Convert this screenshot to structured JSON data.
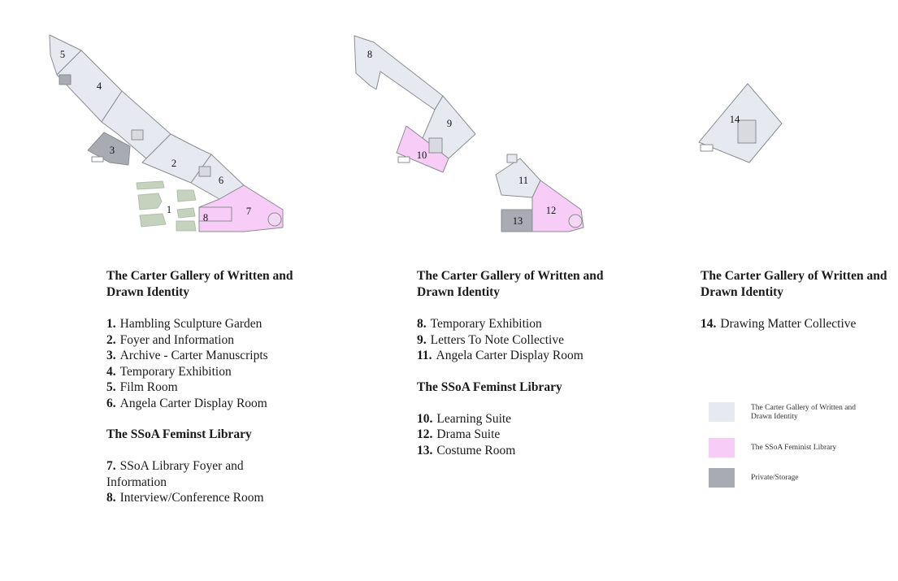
{
  "colors": {
    "gallery": "#e6e9ef",
    "library": "#f7cdf7",
    "private": "#a8acb2",
    "garden": "#c4d2be",
    "outline": "#8a8d92"
  },
  "map_labels": [
    "5",
    "4",
    "3",
    "2",
    "6",
    "1",
    "8",
    "7",
    "8",
    "9",
    "10",
    "11",
    "13",
    "12",
    "14"
  ],
  "columns": [
    {
      "heading": "The Carter Gallery of Written and Drawn Identity",
      "items": [
        {
          "num": "1.",
          "label": "Hambling Sculpture Garden"
        },
        {
          "num": "2.",
          "label": "Foyer and Information"
        },
        {
          "num": "3.",
          "label": "Archive - Carter Manuscripts"
        },
        {
          "num": "4.",
          "label": "Temporary Exhibition"
        },
        {
          "num": "5.",
          "label": "Film Room"
        },
        {
          "num": "6.",
          "label": "Angela Carter Display Room"
        }
      ],
      "heading2": "The SSoA Feminst Library",
      "items2": [
        {
          "num": "7.",
          "label": "SSoA Library Foyer and Information"
        },
        {
          "num": "8.",
          "label": "Interview/Conference Room"
        }
      ]
    },
    {
      "heading": "The Carter Gallery of Written and Drawn Identity",
      "items": [
        {
          "num": "8.",
          "label": "Temporary Exhibition"
        },
        {
          "num": "9.",
          "label": "Letters To Note Collective"
        },
        {
          "num": "11.",
          "label": "Angela Carter Display Room"
        }
      ],
      "heading2": "The SSoA Feminst Library",
      "items2": [
        {
          "num": "10.",
          "label": "Learning Suite"
        },
        {
          "num": "12.",
          "label": "Drama Suite"
        },
        {
          "num": "13.",
          "label": "Costume Room"
        }
      ]
    },
    {
      "heading": "The Carter Gallery of Written and Drawn Identity",
      "items": [
        {
          "num": "14.",
          "label": "Drawing Matter Collective"
        }
      ]
    }
  ],
  "legend": [
    {
      "label": "The Carter Gallery of Written and Drawn Identity",
      "color": "#e6e9ef"
    },
    {
      "label": "The SSoA Feminist Library",
      "color": "#f7cdf7"
    },
    {
      "label": "Private/Storage",
      "color": "#a8acb2"
    }
  ]
}
